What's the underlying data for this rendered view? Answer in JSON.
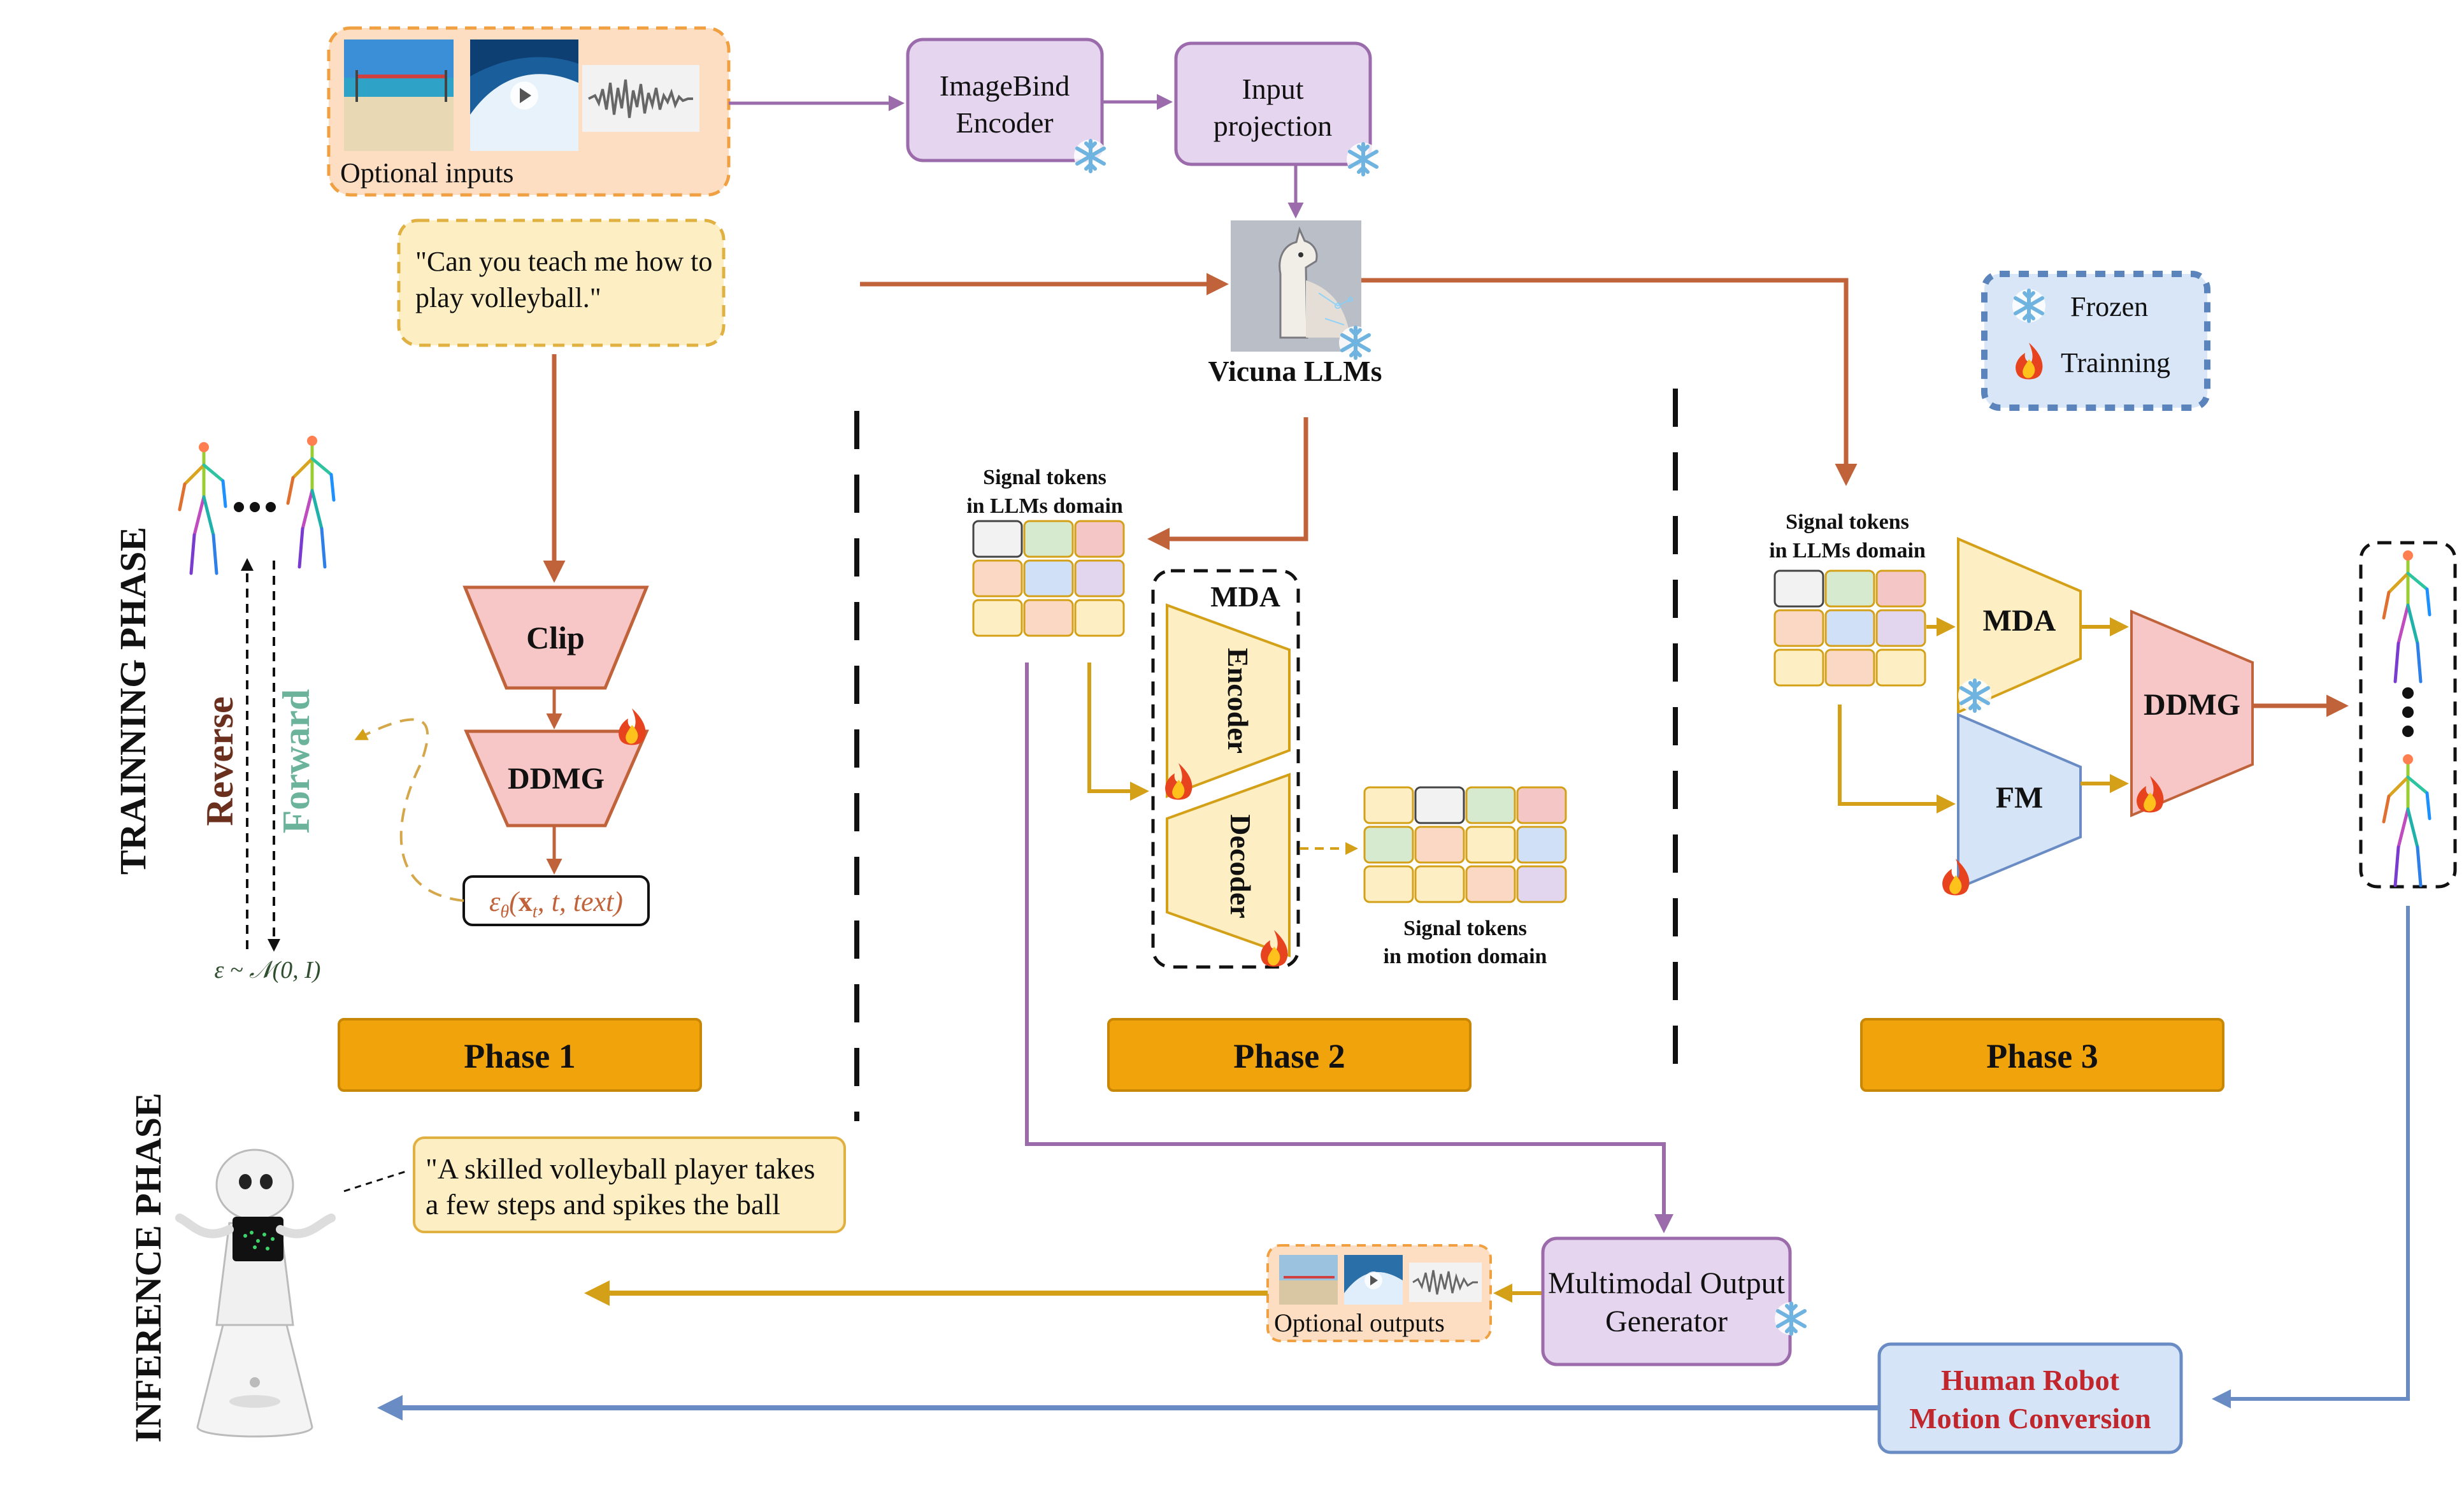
{
  "inputs": {
    "label": "Optional inputs",
    "prompt_line1": "\"Can you teach me how to",
    "prompt_line2": "play volleyball.\""
  },
  "encoders": {
    "imagebind_line1": "ImageBind",
    "imagebind_line2": "Encoder",
    "projection_line1": "Input",
    "projection_line2": "projection",
    "llm_label": "Vicuna LLMs"
  },
  "legend": {
    "frozen_label": "Frozen",
    "training_label": "Trainning"
  },
  "phase1": {
    "side_label": "TRAINNING PHASE",
    "reverse_label": "Reverse",
    "forward_label": "Forward",
    "clip_label": "Clip",
    "ddmg_label": "DDMG",
    "noise_label": "ε ~ 𝒩(0, I)",
    "phase_label": "Phase 1"
  },
  "phase2": {
    "tokens_line1": "Signal tokens",
    "tokens_line2": "in LLMs domain",
    "mda_label": "MDA",
    "encoder_label": "Encoder",
    "decoder_label": "Decoder",
    "motion_tokens_line1": "Signal tokens",
    "motion_tokens_line2": "in motion domain",
    "phase_label": "Phase 2"
  },
  "phase3": {
    "tokens_line1": "Signal tokens",
    "tokens_line2": "in LLMs domain",
    "mda_label": "MDA",
    "fm_label": "FM",
    "ddmg_label": "DDMG",
    "phase_label": "Phase 3"
  },
  "inference": {
    "side_label": "INFERENCE  PHASE",
    "response_line1": "\"A skilled volleyball player takes",
    "response_line2": "a few steps and spikes the ball",
    "outputs_label": "Optional outputs",
    "generator_line1": "Multimodal Output",
    "generator_line2": "Generator",
    "conversion_line1": "Human Robot",
    "conversion_line2": "Motion Conversion"
  },
  "colors": {
    "orange_arrow": "#c0623a",
    "purple_arrow": "#9b6bab",
    "gold_arrow": "#d4a017",
    "blue_arrow": "#6a8cc4",
    "phase_box": "#f0a30a",
    "purple_box": "#e6d5ee",
    "pink_box": "#f7c6c7",
    "yellow_box": "#fcefc0",
    "blue_box": "#d6e4f7",
    "conversion_text": "#c0262c"
  },
  "icons": [
    "snowflake-icon",
    "flame-icon",
    "robot-icon",
    "skeleton-icon",
    "llama-icon",
    "audio-wave-icon",
    "play-icon"
  ]
}
